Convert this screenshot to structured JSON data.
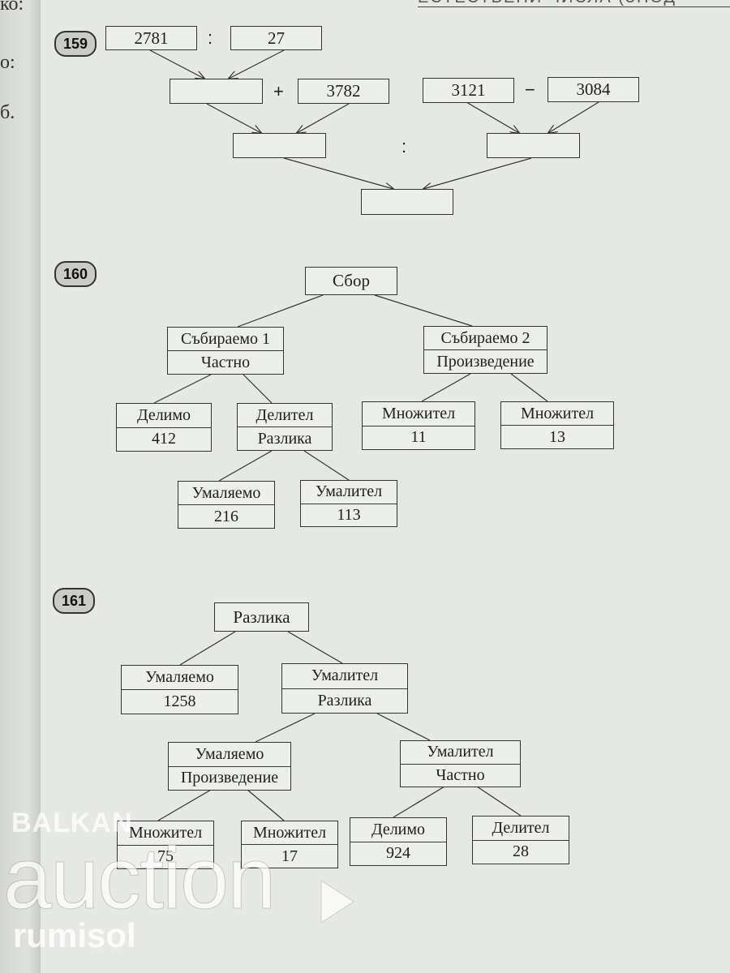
{
  "margin_fragments": [
    "ко:",
    "о:",
    "б."
  ],
  "header": {
    "text": "ЕСТЕСТВЕНИ ЧИСЛА (ЗНОД"
  },
  "problems": [
    {
      "number": "159",
      "row1": {
        "a": "2781",
        "op": ":",
        "b": "27"
      },
      "row2": {
        "a": "",
        "op_left": "+",
        "b": "3782",
        "c": "3121",
        "op_right": "−",
        "d": "3084"
      },
      "row3": {
        "a": "",
        "op": ":",
        "b": ""
      },
      "result": ""
    },
    {
      "number": "160",
      "root": "Сбор",
      "left": {
        "top": "Събираемо 1",
        "bottom": "Частно"
      },
      "right": {
        "top": "Събираемо 2",
        "bottom": "Произведение"
      },
      "ll": {
        "top": "Делимо",
        "bottom": "412"
      },
      "lr": {
        "top": "Делител",
        "bottom": "Разлика"
      },
      "rl": {
        "top": "Множител",
        "bottom": "11"
      },
      "rr": {
        "top": "Множител",
        "bottom": "13"
      },
      "lrl": {
        "top": "Умаляемо",
        "bottom": "216"
      },
      "lrr": {
        "top": "Умалител",
        "bottom": "113"
      }
    },
    {
      "number": "161",
      "root": "Разлика",
      "left": {
        "top": "Умаляемо",
        "bottom": "1258"
      },
      "right": {
        "top": "Умалител",
        "bottom": "Разлика"
      },
      "rl": {
        "top": "Умаляемо",
        "bottom": "Произведение"
      },
      "rr": {
        "top": "Умалител",
        "bottom": "Частно"
      },
      "rll": {
        "top": "Множител",
        "bottom": "75"
      },
      "rlr": {
        "top": "Множител",
        "bottom": "17"
      },
      "rrl": {
        "top": "Делимо",
        "bottom": "924"
      },
      "rrr": {
        "top": "Делител",
        "bottom": "28"
      }
    }
  ],
  "watermark": {
    "line1": "BALKAN",
    "line2": "auction",
    "line3": "rumisol"
  }
}
